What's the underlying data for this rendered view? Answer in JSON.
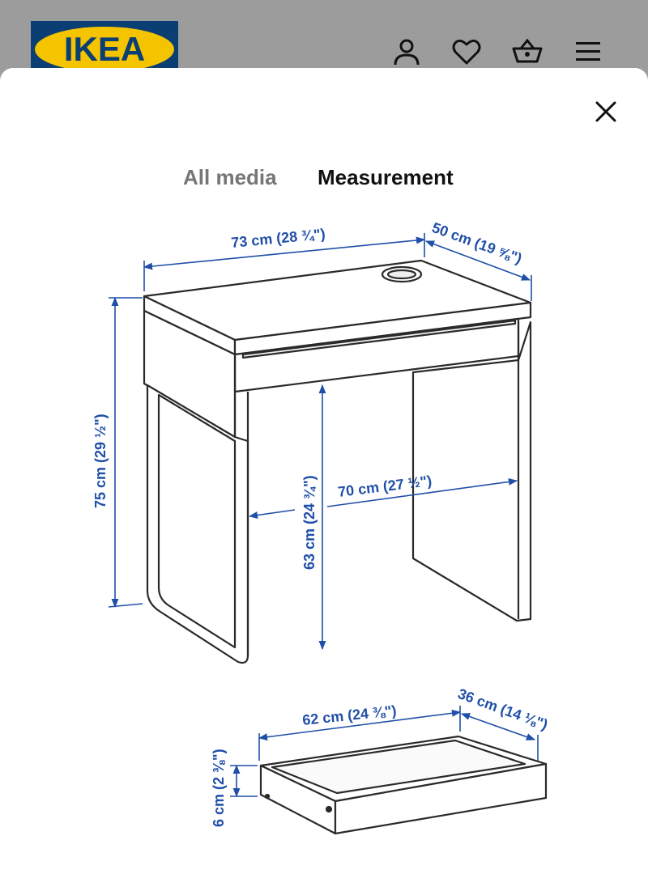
{
  "header": {
    "logo_text": "IKEA",
    "icons": [
      "account-icon",
      "heart-icon",
      "cart-icon",
      "menu-icon"
    ]
  },
  "modal": {
    "close_icon": "close-icon",
    "tabs": [
      {
        "label": "All media",
        "active": false
      },
      {
        "label": "Measurement",
        "active": true
      }
    ]
  },
  "dimensions": {
    "desk_width": "73 cm (28 ¾\")",
    "desk_depth": "50 cm (19 ⅝\")",
    "desk_height": "75 cm (29 ½\")",
    "knee_height": "63 cm (24 ¾\")",
    "knee_width": "70 cm (27 ½\")",
    "drawer_width": "62 cm (24 ⅜\")",
    "drawer_depth": "36 cm (14 ⅛\")",
    "drawer_height": "6 cm (2 ⅜\")"
  },
  "colors": {
    "dimension_blue": "#1f4fa8",
    "logo_blue": "#0b3f73",
    "logo_yellow": "#f5c400",
    "backdrop": "#9c9c9c"
  }
}
